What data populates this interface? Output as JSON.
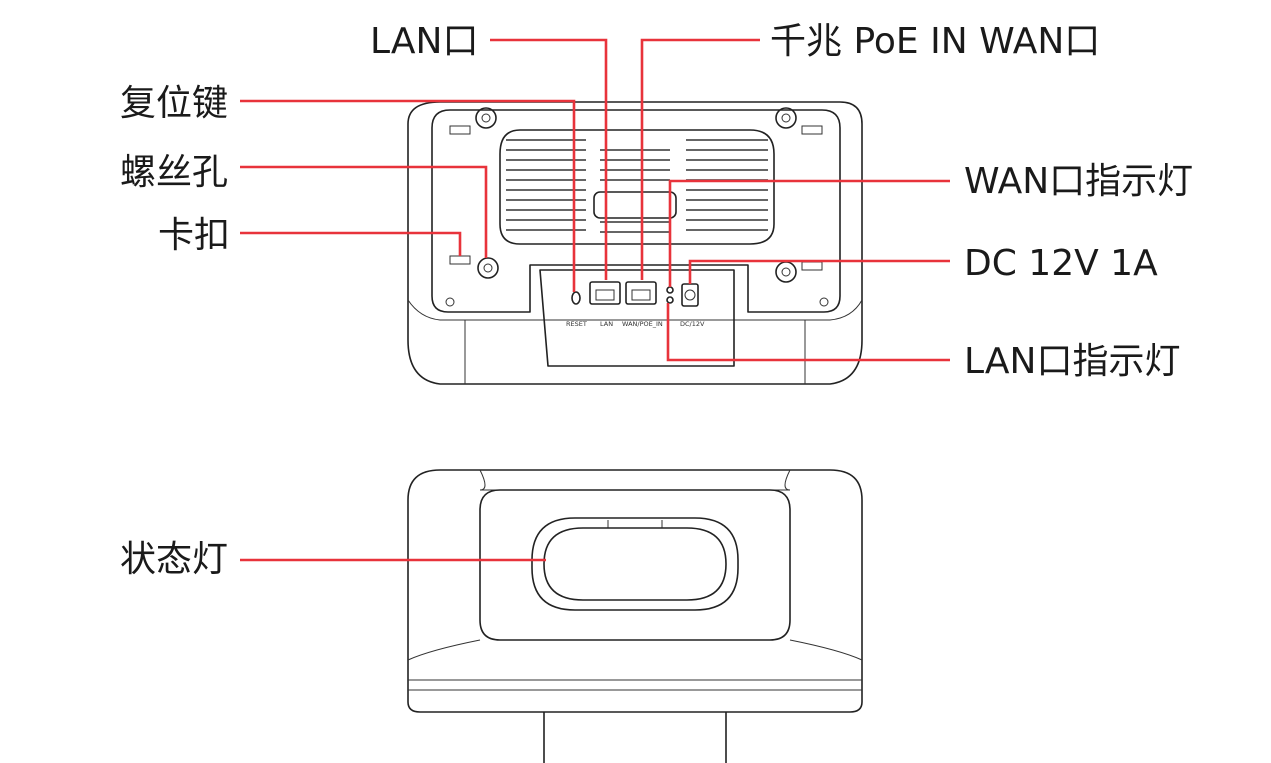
{
  "callouts": {
    "lan_port": "LAN口",
    "gigabit_poe_wan": "千兆 PoE IN WAN口",
    "reset_key": "复位键",
    "screw_hole": "螺丝孔",
    "clip": "卡扣",
    "wan_indicator": "WAN口指示灯",
    "dc_power": "DC 12V 1A",
    "lan_indicator": "LAN口指示灯",
    "status_light": "状态灯"
  },
  "port_labels": {
    "reset": "RESET",
    "lan": "LAN",
    "wan_poe": "WAN/POE_IN",
    "dc": "DC/12V"
  },
  "colors": {
    "callout_line": "#e8333b",
    "outline": "#222222",
    "text": "#1a1a1a"
  }
}
